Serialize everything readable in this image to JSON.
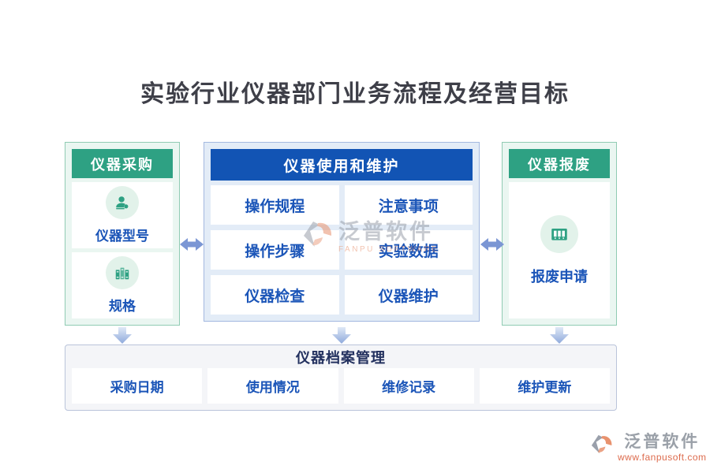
{
  "title": "实验行业仪器部门业务流程及经营目标",
  "panels": {
    "purchase": {
      "header": "仪器采购",
      "items": [
        {
          "icon": "user-icon",
          "label": "仪器型号"
        },
        {
          "icon": "books-icon",
          "label": "规格"
        }
      ]
    },
    "usage": {
      "header": "仪器使用和维护",
      "items": [
        "操作规程",
        "注意事项",
        "操作步骤",
        "实验数据",
        "仪器检查",
        "仪器维护"
      ]
    },
    "scrap": {
      "header": "仪器报废",
      "items": [
        {
          "icon": "archive-binders-icon",
          "label": "报废申请"
        }
      ]
    },
    "archive": {
      "header": "仪器档案管理",
      "items": [
        "采购日期",
        "使用情况",
        "维修记录",
        "维护更新"
      ]
    }
  },
  "watermark": {
    "brand": "泛普软件",
    "brand_en": "FANPU SOFTWARE"
  },
  "footer_logo": {
    "brand": "泛普软件",
    "website": "www.fanpusoft.com"
  },
  "colors": {
    "green_header": "#2ea183",
    "green_panel_bg": "#eaf6f1",
    "green_panel_border": "#90cbb3",
    "blue_header": "#1254b4",
    "blue_panel_bg": "#e3ecf7",
    "item_text_blue": "#1b55b8",
    "archive_bg": "#f4f5f8",
    "archive_title_text": "#23315f",
    "arrow_blue": "#7b96d4",
    "title_text": "#3e3f48",
    "watermark_orange": "#dd6b4d"
  }
}
